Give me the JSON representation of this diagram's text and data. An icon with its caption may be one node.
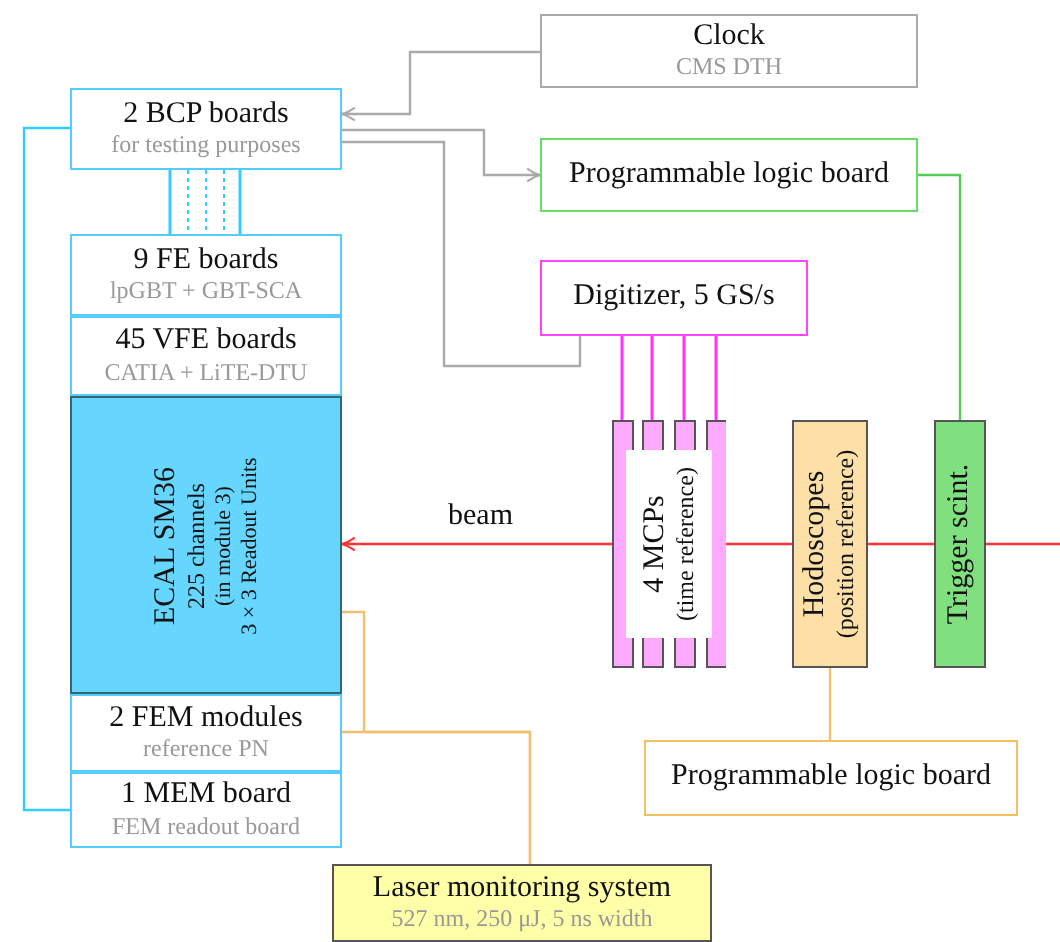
{
  "diagram": {
    "nodes": [
      {
        "text": [
          "Clock",
          "CMS DTH"
        ]
      },
      {
        "text": [
          "2 BCP boards",
          "for testing purposes"
        ]
      },
      {
        "text": [
          "Programmable logic board"
        ]
      },
      {
        "text": [
          "Digitizer, 5 GS/s"
        ]
      },
      {
        "text": [
          "9 FE boards",
          "lpGBT + GBT-SCA"
        ]
      },
      {
        "text": [
          "45 VFE boards",
          "CATIA + LiTE-DTU"
        ]
      },
      {
        "text": [
          "ECAL SM36",
          "225 channels",
          "(in module 3)",
          "3 × 3 Readout Units"
        ]
      },
      {
        "text": [
          "2 FEM modules",
          "reference PN"
        ]
      },
      {
        "text": [
          "1 MEM board",
          "FEM readout board"
        ]
      },
      {
        "text": [
          "4 MCPs",
          "(time reference)"
        ]
      },
      {
        "text": [
          "Hodoscopes",
          "(position reference)"
        ]
      },
      {
        "text": [
          "Trigger scint."
        ]
      },
      {
        "text": [
          "Programmable logic board"
        ]
      },
      {
        "text": [
          "Laser monitoring system",
          "527 nm, 250 μJ, 5 ns width"
        ]
      }
    ],
    "edges": [
      {
        "from": 0,
        "to": 1,
        "arrow": "to",
        "color": "#aaaaaa"
      },
      {
        "from": 1,
        "to": 2,
        "arrow": "to",
        "color": "#aaaaaa"
      },
      {
        "from": 1,
        "to": 3,
        "arrow": "none",
        "color": "#aaaaaa"
      },
      {
        "from": 1,
        "to": 4,
        "arrow": "none",
        "color": "#33ccff"
      },
      {
        "from": 1,
        "to": 8,
        "arrow": "none",
        "color": "#33ccff"
      },
      {
        "from": 2,
        "to": 11,
        "arrow": "none",
        "color": "#55cc55"
      },
      {
        "from": 3,
        "to": 9,
        "arrow": "none",
        "color": "#ff33ff"
      },
      {
        "from": 3,
        "to": 9,
        "arrow": "none",
        "color": "#ff33ff"
      },
      {
        "from": 3,
        "to": 9,
        "arrow": "none",
        "color": "#ff33ff"
      },
      {
        "from": 3,
        "to": 9,
        "arrow": "none",
        "color": "#ff33ff"
      },
      {
        "from": 10,
        "to": 12,
        "arrow": "none",
        "color": "#f0c070"
      },
      {
        "from": 6,
        "to": 13,
        "arrow": "none",
        "color": "#f0c070"
      },
      {
        "from": 7,
        "to": 13,
        "arrow": "none",
        "color": "#f0c070"
      },
      {
        "from": null,
        "to": 6,
        "arrow": "to",
        "label": "beam",
        "color": "#ff3333"
      }
    ]
  }
}
